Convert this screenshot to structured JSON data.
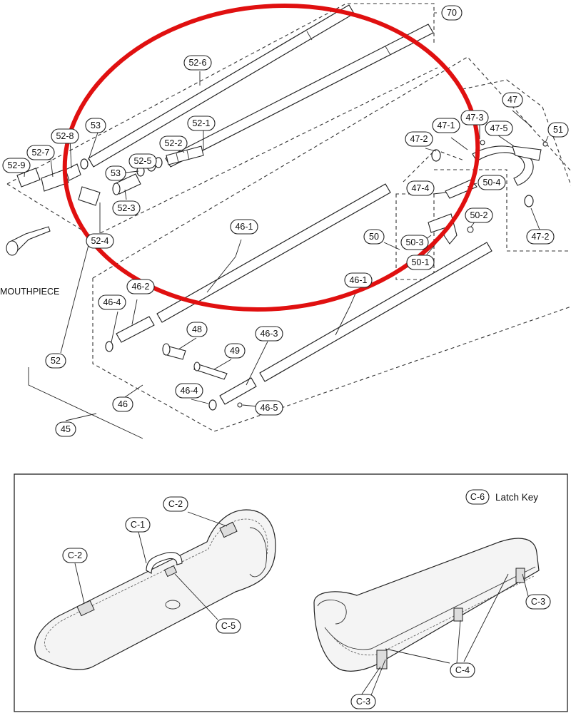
{
  "callouts": {
    "p70": "70",
    "p47": "47",
    "p51": "51",
    "p47_3": "47-3",
    "p47_1": "47-1",
    "p47_5": "47-5",
    "p47_2a": "47-2",
    "p47_2b": "47-2",
    "p47_4": "47-4",
    "p50_4": "50-4",
    "p50_2": "50-2",
    "p50": "50",
    "p50_3": "50-3",
    "p50_1": "50-1",
    "p52_6": "52-6",
    "p52_1": "52-1",
    "p52_2": "52-2",
    "p52_5": "52-5",
    "p53a": "53",
    "p53b": "53",
    "p52_8": "52-8",
    "p52_7": "52-7",
    "p52_9": "52-9",
    "p52_3": "52-3",
    "p52_4": "52-4",
    "p52": "52",
    "p46_1a": "46-1",
    "p46_1b": "46-1",
    "p46_2": "46-2",
    "p46_4a": "46-4",
    "p46_4b": "46-4",
    "p48": "48",
    "p49": "49",
    "p46_3": "46-3",
    "p46_5": "46-5",
    "p46": "46",
    "p45": "45",
    "c1": "C-1",
    "c2a": "C-2",
    "c2b": "C-2",
    "c3a": "C-3",
    "c3b": "C-3",
    "c4": "C-4",
    "c5": "C-5",
    "c6": "C-6"
  },
  "mouthpiece_label": "MOUTHPIECE",
  "legend_text": "Latch Key",
  "colors": {
    "highlight": "#e01010",
    "ink": "#222222"
  }
}
